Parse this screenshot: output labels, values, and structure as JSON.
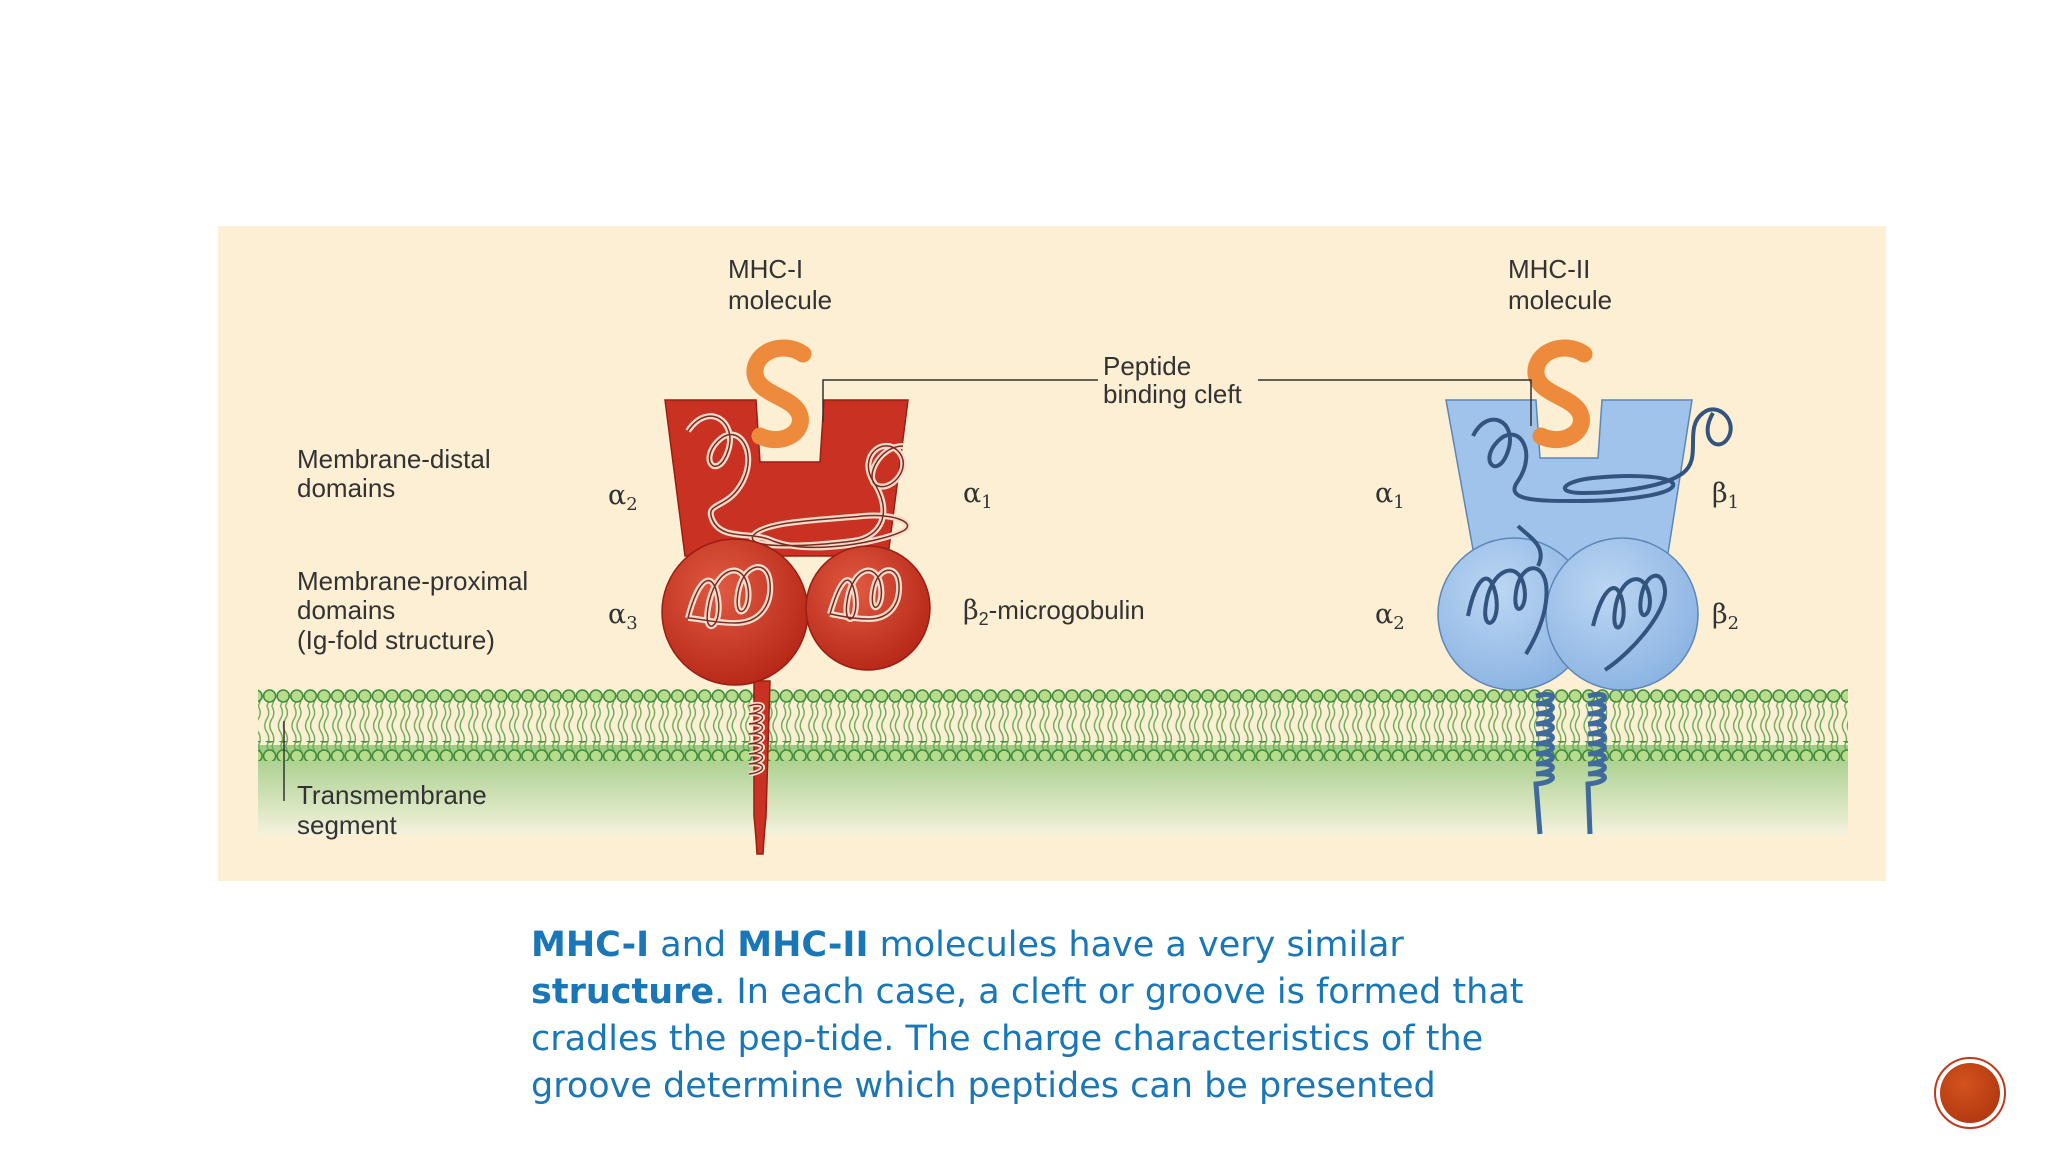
{
  "diagram": {
    "mhc1_title": [
      "MHC-I",
      "molecule"
    ],
    "mhc2_title": [
      "MHC-II",
      "molecule"
    ],
    "cleft_label": [
      "Peptide",
      "binding cleft"
    ],
    "distal_label": [
      "Membrane-distal",
      "domains"
    ],
    "proximal_label": [
      "Membrane-proximal",
      "domains",
      "(Ig-fold structure)"
    ],
    "transmembrane_label": [
      "Transmembrane",
      "segment"
    ],
    "mhc1_domains": {
      "alpha2": "α",
      "alpha2_sub": "2",
      "alpha1": "α",
      "alpha1_sub": "1",
      "alpha3": "α",
      "alpha3_sub": "3"
    },
    "b2m_label": {
      "beta": "β",
      "sub": "2",
      "rest": "-microgobulin"
    },
    "mhc2_domains": {
      "alpha1": "α",
      "alpha1_sub": "1",
      "beta1": "β",
      "beta1_sub": "1",
      "alpha2": "α",
      "alpha2_sub": "2",
      "beta2": "β",
      "beta2_sub": "2"
    },
    "colors": {
      "panel": "#fcefd4",
      "mhc1": "#c93222",
      "mhc2": "#9fc3ea",
      "peptide": "#ee8a3c",
      "membrane": "#a2ce8a"
    }
  },
  "caption": {
    "line1": {
      "b1": "MHC-I",
      "t1": " and ",
      "b2": "MHC-II",
      "t2": " molecules have a very similar"
    },
    "line2": {
      "b1": "structure",
      "t1": ". In each case, a cleft or groove is formed that"
    },
    "line3": "cradles the pep-tide. The charge characteristics of the",
    "line4": "groove determine which peptides can be presented"
  },
  "nav": {
    "icon": "circle-button-icon"
  }
}
